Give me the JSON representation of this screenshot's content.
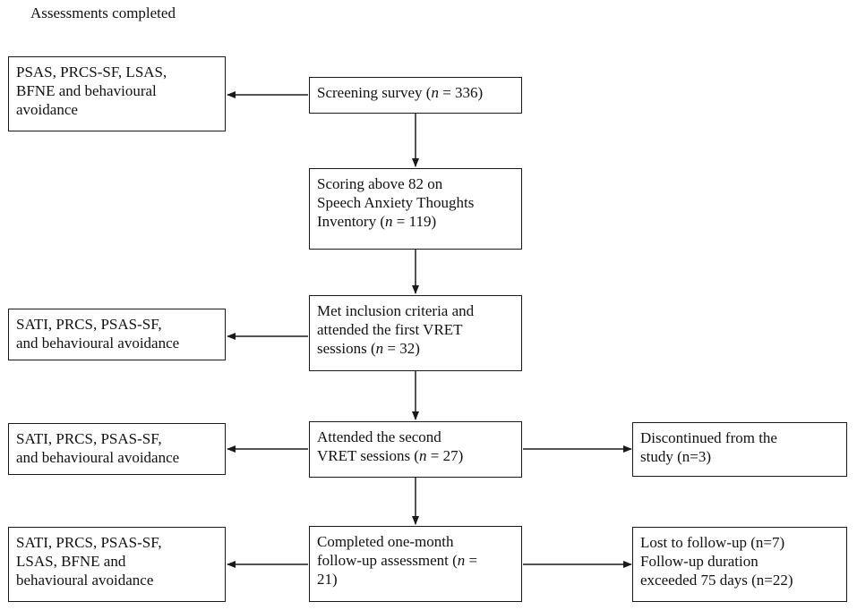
{
  "heading": "Assessments completed",
  "left": [
    {
      "lines": [
        "PSAS, PRCS-SF, LSAS,",
        "BFNE and behavioural",
        "avoidance"
      ]
    },
    {
      "lines": [
        "SATI, PRCS, PSAS-SF,",
        "and behavioural avoidance"
      ]
    },
    {
      "lines": [
        "SATI, PRCS, PSAS-SF,",
        "and behavioural avoidance"
      ]
    },
    {
      "lines": [
        "SATI, PRCS, PSAS-SF,",
        "LSAS, BFNE and",
        "behavioural avoidance"
      ]
    }
  ],
  "center": {
    "screening": {
      "prefix": "Screening survey (",
      "n": "n",
      "suffix": " = 336)"
    },
    "scoring": {
      "line1": "Scoring above 82 on",
      "line2": "Speech Anxiety Thoughts",
      "line3_prefix": "Inventory (",
      "n": "n",
      "line3_suffix": " = 119)"
    },
    "inclusion": {
      "line1": "Met inclusion criteria and",
      "line2": "attended the first VRET",
      "line3_prefix": "sessions (",
      "n": "n",
      "line3_suffix": " = 32)"
    },
    "second": {
      "line1": "Attended the second",
      "line2_prefix": "VRET sessions (",
      "n": "n",
      "line2_suffix": " = 27)"
    },
    "followup": {
      "line1": "Completed one-month",
      "line2_prefix": "follow-up assessment (",
      "n": "n",
      "line2_suffix": " =",
      "line3": "21)"
    }
  },
  "right": {
    "discontinued": {
      "lines": [
        "Discontinued from the",
        "study (n=3)"
      ]
    },
    "lost": {
      "lines": [
        "Lost to follow-up (n=7)",
        "Follow-up duration",
        "exceeded 75 days (n=22)"
      ]
    }
  }
}
